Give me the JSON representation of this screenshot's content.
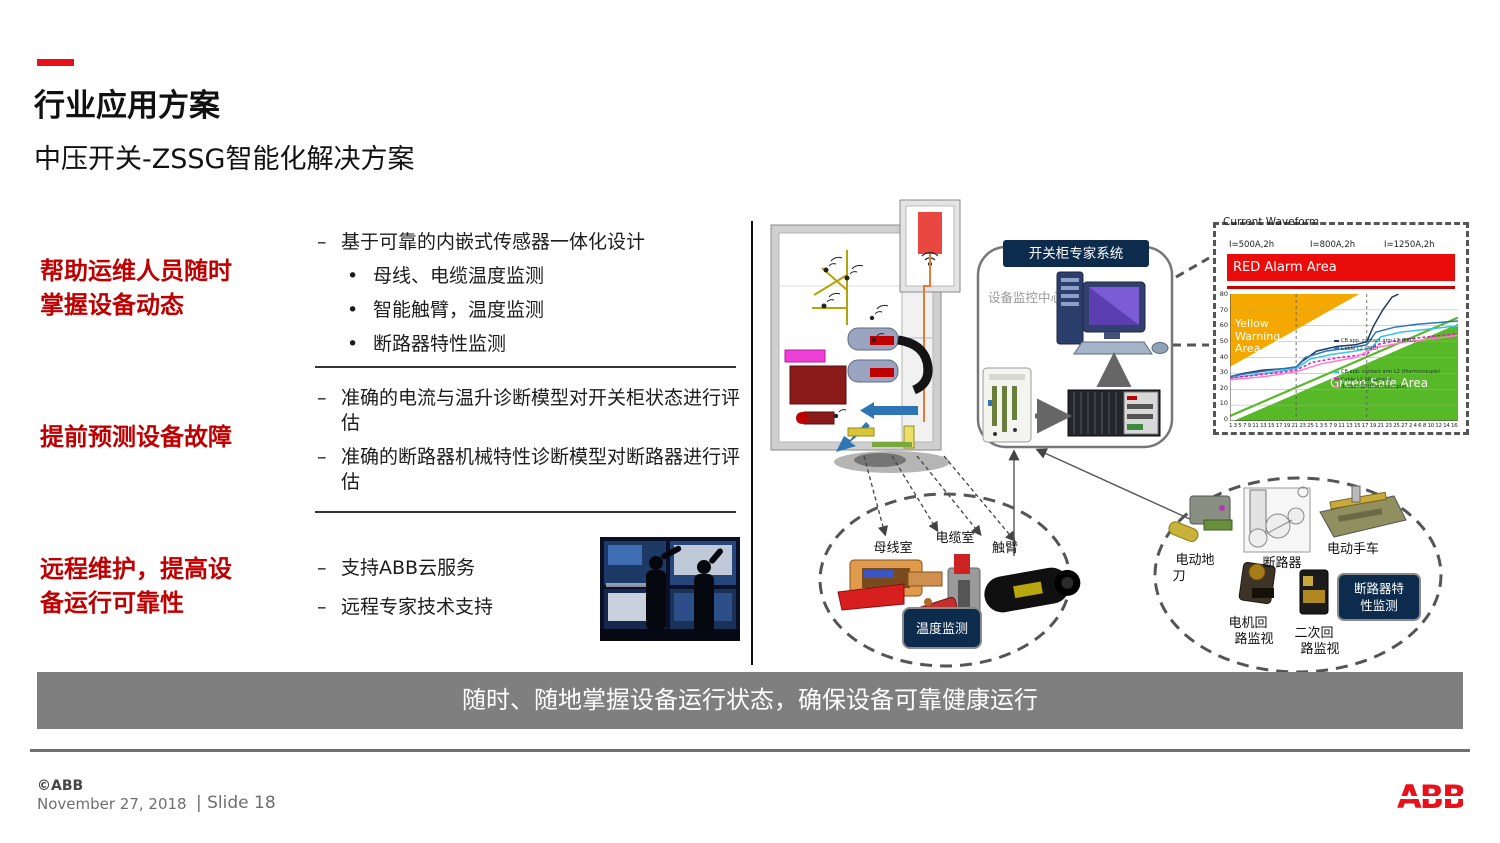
{
  "slide": {
    "title": "行业应用方案",
    "subtitle": "中压开关-ZSSG智能化解决方案",
    "banner": "随时、随地掌握设备运行状态，确保设备可靠健康运行",
    "accent_red": "#e8111b",
    "footer": {
      "copyright": "©ABB",
      "date": "November 27, 2018",
      "slide": "| Slide 18"
    },
    "logo_text": "ABB"
  },
  "benefits": [
    {
      "heading": "帮助运维人员随时掌握设备动态"
    },
    {
      "heading": "提前预测设备故障"
    },
    {
      "heading": "远程维护，提高设备运行可靠性"
    }
  ],
  "sections": {
    "s1_lead": "基于可靠的内嵌式传感器一体化设计",
    "s1_subs": [
      "母线、电缆温度监测",
      "智能触臂，温度监测",
      "断路器特性监测"
    ],
    "s2_items": [
      "准确的电流与温升诊断模型对开关柜状态进行评估",
      "准确的断路器机械特性诊断模型对断路器进行评估"
    ],
    "s3_items": [
      "支持ABB云服务",
      "远程专家技术支持"
    ]
  },
  "diagram": {
    "expert_system_title": "开关柜专家系统",
    "monitor_center": "设备监控中心",
    "left_group": {
      "label_busbar": "母线室",
      "label_cable": "电缆室",
      "label_arm": "触臂",
      "badge": "温度监测"
    },
    "right_group": {
      "label_ground_1": "电动地",
      "label_ground_2": "刀",
      "label_breaker": "断路器",
      "label_truck": "电动手车",
      "label_motor_1": "电机回",
      "label_motor_2": "路监视",
      "label_secondary_1": "二次回",
      "label_secondary_2": "路监视",
      "badge_line1": "断路器特",
      "badge_line2": "性监测"
    }
  },
  "chart_data": {
    "type": "line",
    "title": "Current Waveform",
    "current_labels": [
      "I=500A,2h",
      "I=800A,2h",
      "I=1250A,2h"
    ],
    "ylim": [
      0,
      80
    ],
    "yticks": [
      80,
      70,
      60,
      50,
      40,
      30,
      20,
      10,
      0
    ],
    "x_tick_text": "1 3 5 7 9 11 13 15 17 19 21 23 25 1 3 5 7 9 11 13 15 17 19 21 23 25 27 2 4 6 8 10 12 14 16",
    "segment_boundaries": [
      0.29,
      0.6
    ],
    "zones": {
      "red_band_label": "RED Alarm Area",
      "yellow": {
        "label": "Yellow Warning Area",
        "polygon": [
          [
            0,
            80
          ],
          [
            0.58,
            80
          ],
          [
            0,
            33
          ]
        ]
      },
      "green": {
        "label": "Green Safe Area",
        "polygon": [
          [
            0,
            0
          ],
          [
            1,
            0
          ],
          [
            1,
            62
          ]
        ]
      }
    },
    "series": [
      {
        "name": "CB app. contact arm L2 (PRD)",
        "color": "#1f3864",
        "points": [
          [
            0,
            28
          ],
          [
            0.06,
            30
          ],
          [
            0.14,
            32
          ],
          [
            0.24,
            33
          ],
          [
            0.29,
            34
          ],
          [
            0.32,
            38
          ],
          [
            0.38,
            44
          ],
          [
            0.47,
            47
          ],
          [
            0.55,
            48
          ],
          [
            0.6,
            50
          ],
          [
            0.63,
            60
          ],
          [
            0.67,
            70
          ],
          [
            0.71,
            78
          ],
          [
            0.74,
            80
          ]
        ]
      },
      {
        "name": "Cable L2 (PRD)",
        "color": "#2e75b6",
        "points": [
          [
            0,
            28
          ],
          [
            0.08,
            30
          ],
          [
            0.18,
            32
          ],
          [
            0.29,
            34
          ],
          [
            0.33,
            40
          ],
          [
            0.42,
            44
          ],
          [
            0.52,
            46
          ],
          [
            0.6,
            48
          ],
          [
            0.64,
            56
          ],
          [
            0.72,
            59
          ],
          [
            0.82,
            61
          ],
          [
            1,
            63
          ]
        ]
      },
      {
        "name": "CB app. contact arm L2 (thermocouple)",
        "color": "#35c3e8",
        "points": [
          [
            0,
            27
          ],
          [
            0.1,
            29
          ],
          [
            0.2,
            31
          ],
          [
            0.29,
            33
          ],
          [
            0.35,
            39
          ],
          [
            0.45,
            42
          ],
          [
            0.55,
            44
          ],
          [
            0.62,
            46
          ],
          [
            0.66,
            53
          ],
          [
            0.75,
            56
          ],
          [
            0.88,
            58
          ],
          [
            1,
            60
          ]
        ]
      },
      {
        "name": "Cable L2 (IR sensor)",
        "color": "#e316c8",
        "dash": "3 2",
        "points": [
          [
            0,
            27
          ],
          [
            0.12,
            29
          ],
          [
            0.24,
            31
          ],
          [
            0.29,
            32
          ],
          [
            0.36,
            37
          ],
          [
            0.48,
            40
          ],
          [
            0.6,
            42
          ],
          [
            0.64,
            48
          ],
          [
            0.74,
            51
          ],
          [
            0.86,
            53
          ],
          [
            1,
            55
          ]
        ]
      },
      {
        "name": "Busbar L2 (thermocouple)",
        "color": "#ff7ec2",
        "points": [
          [
            0,
            26
          ],
          [
            0.15,
            28
          ],
          [
            0.29,
            31
          ],
          [
            0.4,
            36
          ],
          [
            0.55,
            40
          ],
          [
            0.63,
            46
          ],
          [
            0.78,
            50
          ],
          [
            0.9,
            52
          ],
          [
            1,
            54
          ]
        ]
      }
    ]
  }
}
